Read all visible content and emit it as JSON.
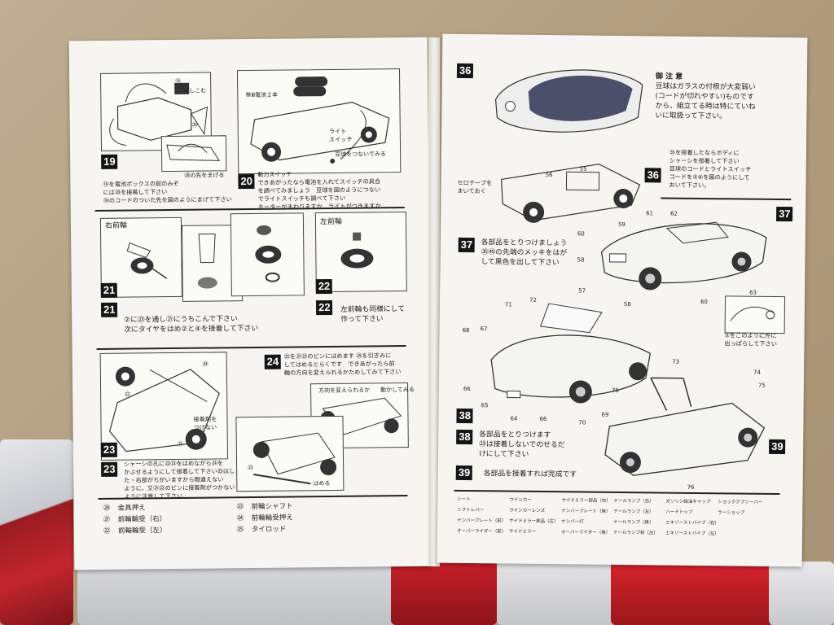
{
  "left_page": {
    "steps": {
      "s19": "19",
      "s20": "20",
      "s21": "21",
      "s22": "22",
      "s23": "23",
      "s24": "24"
    },
    "step19": {
      "caption": "⑲を電池ボックスの前のみぞ\nには⑳を接着して下さい\n⑱のコードのついた先を図のようにまげて下さい",
      "label_18": "⑱",
      "label_insert": "さしこむ",
      "label_20": "⑳",
      "label_bend": "⑳の先をまげる"
    },
    "step20": {
      "label_battery": "単Ⅲ電池２本",
      "label_light_switch": "ライト\nスイッチ",
      "label_connect": "豆球をつないでみる",
      "label_power": "動力スイッチ",
      "caption": "できあがったなら電池を入れてスイッチの具合\nを調べてみましょう　豆球を図のようにつない\nでライトスイッチも調べて下さい\nモーターがまわりますか　ライトがつきますか"
    },
    "step21": {
      "title": "右前輪",
      "caption": "②に㉓を通し㉑にうちこんで下さい\n次にタイヤをはめ②と④を接着して下さい"
    },
    "step22": {
      "title": "左前輪",
      "caption": "左前輪も同様にして\n作って下さい"
    },
    "step23": {
      "caption": "シャーシの孔に㉒㉓をはめながら㉔を\nかぶせるようにして接着して下さい㉕はし\nた・右部がちがいますから間違えない\nように、又㉑㉒のピンに接着剤がつかない\nように注意して下さい",
      "label_glue": "接着剤を\nつけない",
      "label_24": "㉔",
      "label_22": "㉒",
      "label_21": "㉑"
    },
    "step24": {
      "caption": "㉕を㉑㉒のピンにはめます ㉕を引ぎみに\nしてはめるとらくです　できあがったら前\n輪の方向を変えられるかためしてみて下さい",
      "label_change_dir": "方向を変えられるか",
      "label_push": "動かしてみる",
      "label_fit": "はめる",
      "label_25": "㉕"
    },
    "legend": [
      {
        "num": "⑳",
        "name": "金具押え"
      },
      {
        "num": "㉑",
        "name": "前輪輪受（右）"
      },
      {
        "num": "㉒",
        "name": "前輪輪受（左）"
      },
      {
        "num": "㉓",
        "name": "前輪シャフト"
      },
      {
        "num": "㉔",
        "name": "前輪輪受押え"
      },
      {
        "num": "㉕",
        "name": "タイロッド"
      }
    ]
  },
  "right_page": {
    "steps": {
      "s36": "36",
      "s37": "37",
      "s38": "38",
      "s39": "39"
    },
    "caution": {
      "title": "御 注 意",
      "text": "豆球はガラスの付根が大変弱い\n(コードが切れやすい)ものです\nから、組立てる時は特にていね\nいに取扱って下さい。"
    },
    "step36": {
      "caption": "㉟を接着したならボディに\nシャーシを接着して下さい\n豆球のコードとライトスイッチ\nコードを⑤⑥を図のようにして\nおいて下さい。",
      "label_tape": "セロテープを\nまいておく",
      "label_56": "56",
      "label_55": "55"
    },
    "step37": {
      "caption": "各部品をとりつけましょう\n㉟㊵の先端のメッキをはが\nして黒色を出して下さい",
      "side_note": "⑤をこのように外に\n出っぱらして下さい"
    },
    "step38": {
      "caption": "各部品をとりつけます\n㉓は接着しないでのせるだ\nけにして下さい"
    },
    "step39": {
      "caption": "各部品を接着すれば完成です"
    },
    "part_numbers": [
      "61",
      "59",
      "62",
      "60",
      "58",
      "57",
      "58",
      "60",
      "63",
      "71",
      "72",
      "68",
      "67",
      "66",
      "65",
      "64",
      "66",
      "69",
      "70",
      "73",
      "74",
      "75",
      "76",
      "76"
    ],
    "legend": [
      "シート",
      "ウインカー",
      "サイドミラー部品（右）",
      "テールランプ（右）",
      "ガソリン給油キャップ",
      "ショックアブソーバー",
      "シフトレバー",
      "ウインカーレンズ",
      "ナンバープレート（後）",
      "テールランプ（左）",
      "ハードトップ",
      "ラーショップ",
      "ナンバープレート（前）",
      "サイドミラー部品（左）",
      "ナンバー灯",
      "テールランプ（後）",
      "エキゾーストパイプ（右）",
      "",
      "オーバーライダー（前）",
      "サイドミラー",
      "オーバーライダー（後）",
      "テールランプ枠（左）",
      "エキゾーストパイプ（左）",
      ""
    ]
  }
}
